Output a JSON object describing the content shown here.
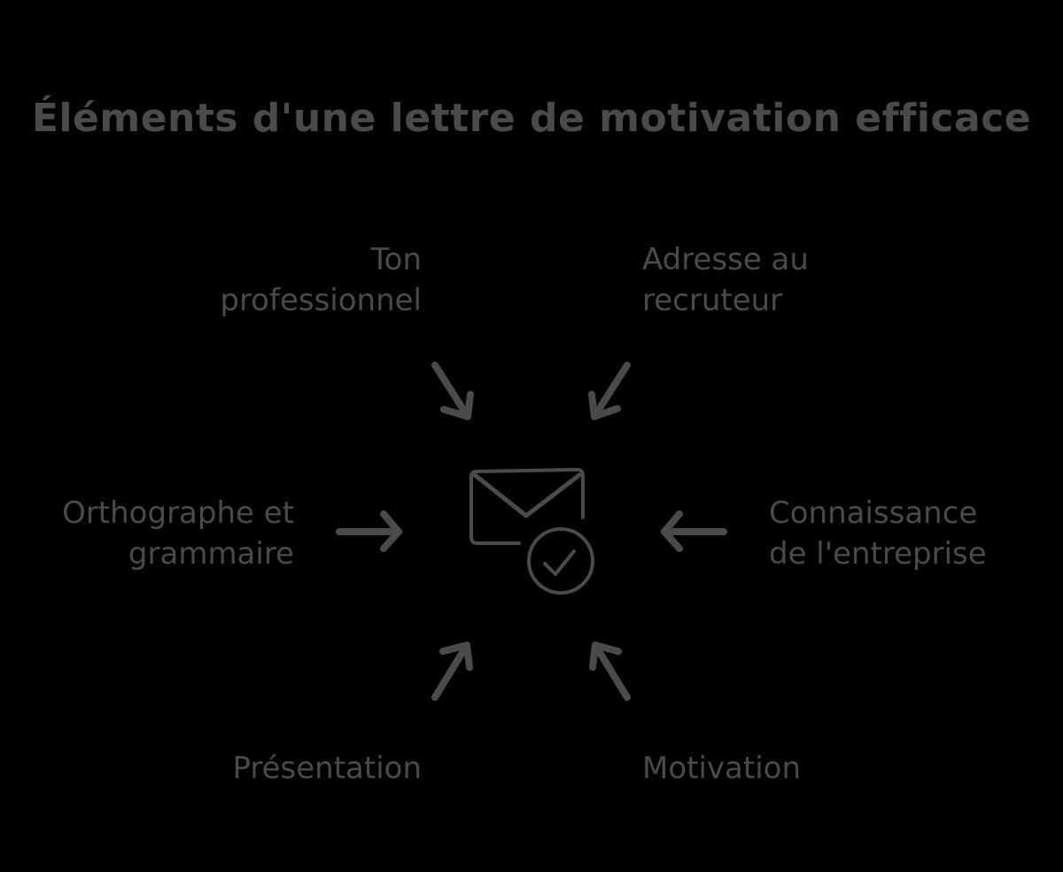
{
  "title": "Éléments d'une lettre de motivation efficace",
  "center": {
    "icon": "envelope-check-icon"
  },
  "elements": {
    "top_left": {
      "line1": "Ton",
      "line2": "professionnel"
    },
    "top_right": {
      "line1": "Adresse au",
      "line2": "recruteur"
    },
    "mid_left": {
      "line1": "Orthographe et",
      "line2": "grammaire"
    },
    "mid_right": {
      "line1": "Connaissance",
      "line2": "de l'entreprise"
    },
    "bottom_left": {
      "line1": "Présentation"
    },
    "bottom_right": {
      "line1": "Motivation"
    }
  },
  "colors": {
    "background": "#000000",
    "foreground": "#4a4a4a"
  }
}
